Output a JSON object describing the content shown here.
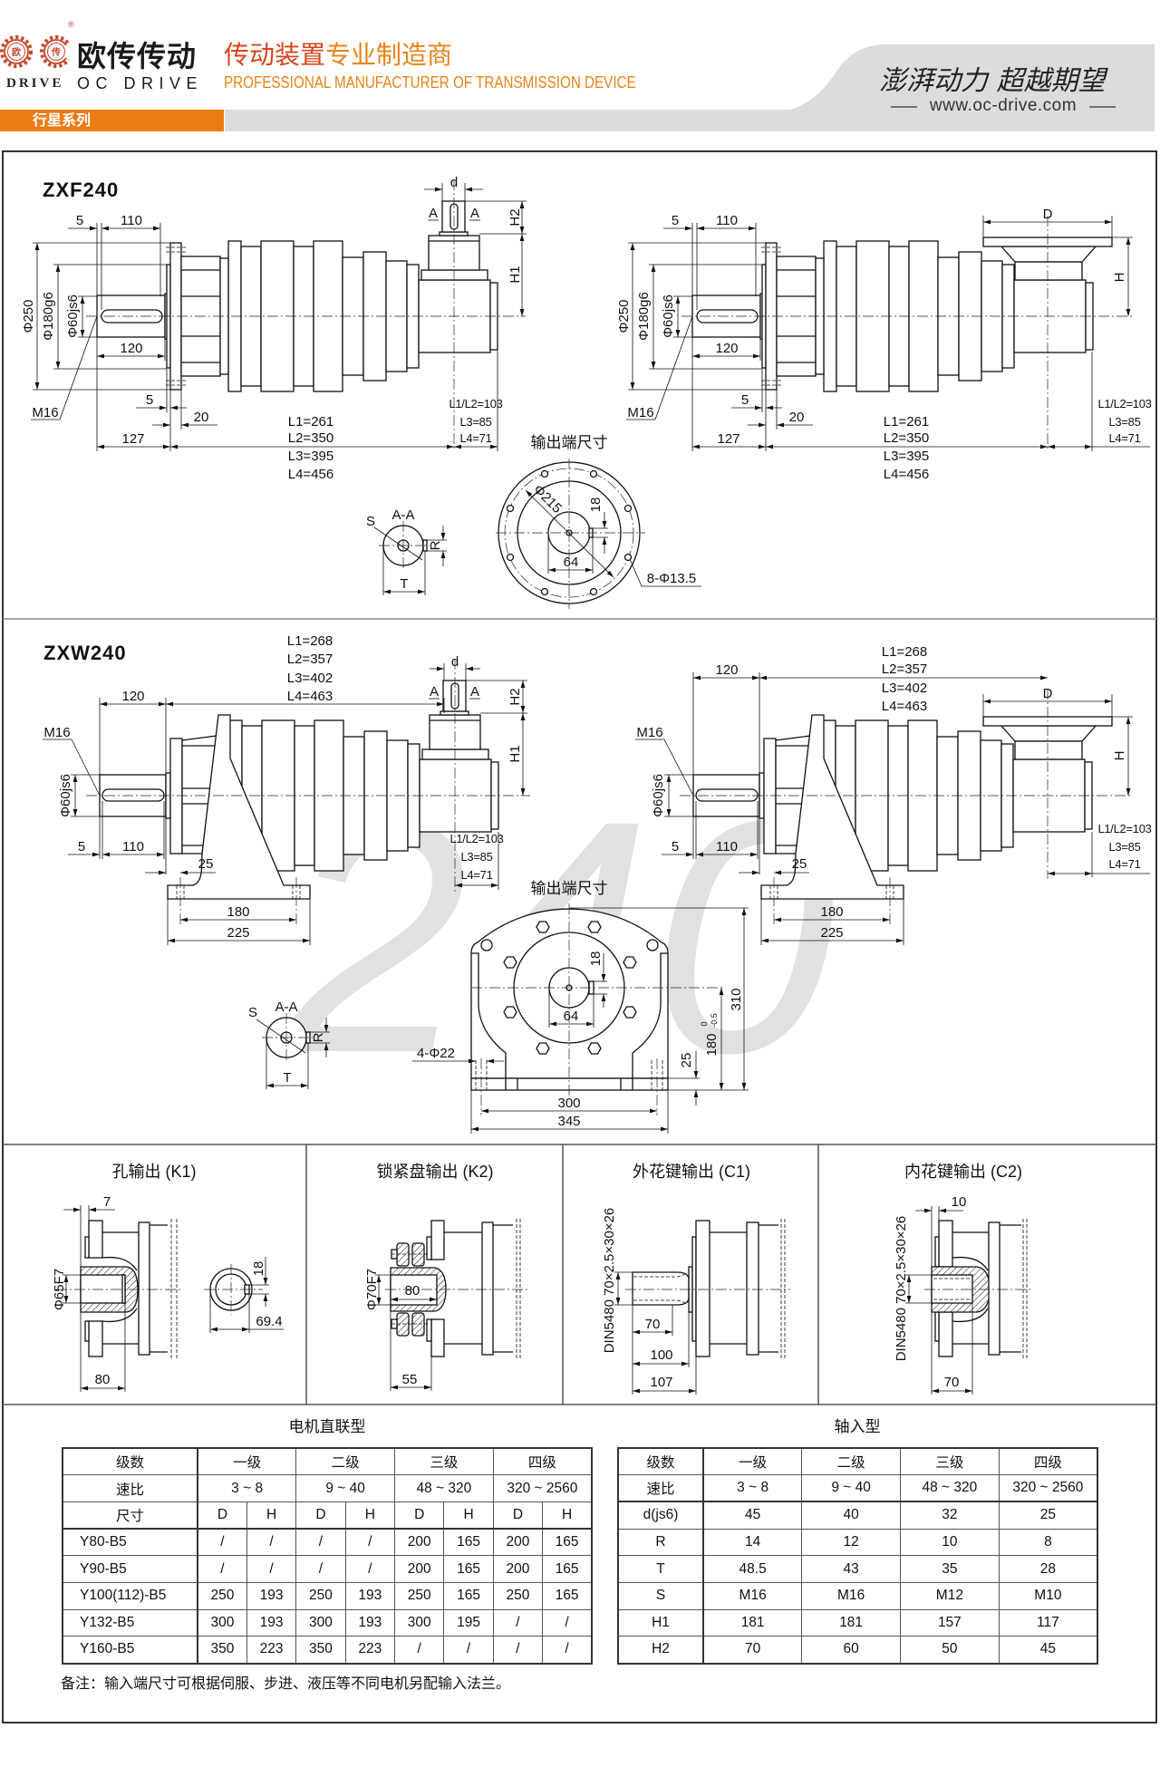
{
  "header": {
    "logo": {
      "gear_left": "欧",
      "gear_right": "传",
      "registered": "®",
      "drive_word": "DRIVE",
      "brand_cn": "欧传传动",
      "brand_en": "OC DRIVE"
    },
    "tagline_cn_a": "传动装置",
    "tagline_cn_b": "专业制造商",
    "tagline_en": "PROFESSIONAL MANUFACTURER OF TRANSMISSION DEVICE",
    "slogan": "澎湃动力 超越期望",
    "website": "www.oc-drive.com",
    "series_tab": "行星系列"
  },
  "colors": {
    "series_tab_bg": "#ee7b11",
    "tagline_red": "#d6451b",
    "tagline_orange": "#e8841a",
    "banner_gray": "#dcdcdc",
    "logo_gear": "#c4472b",
    "watermark": "#e1e1e1"
  },
  "watermark": "240",
  "zxf": {
    "model": "ZXF240",
    "input_view": {
      "key_offset": "5",
      "key_length": "110",
      "flange_dia": "Φ250",
      "spigot_dia": "Φ180g6",
      "shaft_dia": "Φ60js6",
      "shaft_length": "120",
      "thread": "M16",
      "spigot_depth": "5",
      "flange_thickness": "20",
      "shaft_to_flange": "127",
      "lengths": [
        "L1=261",
        "L2=350",
        "L3=395",
        "L4=456"
      ],
      "input_lengths": [
        "L1/L2=103",
        "L3=85",
        "L4=71"
      ],
      "input_shaft_dia": "d",
      "section_mark": "A",
      "h2": "H2",
      "h1": "H1"
    },
    "motor_view": {
      "key_offset": "5",
      "key_length": "110",
      "flange_dia": "Φ250",
      "spigot_dia": "Φ180g6",
      "shaft_dia": "Φ60js6",
      "shaft_length": "120",
      "thread": "M16",
      "spigot_depth": "5",
      "flange_thickness": "20",
      "shaft_to_flange": "127",
      "lengths": [
        "L1=261",
        "L2=350",
        "L3=395",
        "L4=456"
      ],
      "input_lengths": [
        "L1/L2=103",
        "L3=85",
        "L4=71"
      ],
      "motor_flange_dia": "D",
      "motor_flange_height": "H"
    },
    "output_end": {
      "title": "输出端尺寸",
      "pcd": "Φ215",
      "key_width": "18",
      "shaft_key_height": "64",
      "bolt_holes": "8-Φ13.5"
    },
    "section_aa": {
      "title": "A-A",
      "s": "S",
      "r": "R",
      "t": "T"
    }
  },
  "zxw": {
    "model": "ZXW240",
    "input_view": {
      "lengths": [
        "L1=268",
        "L2=357",
        "L3=402",
        "L4=463"
      ],
      "shaft_length": "120",
      "thread": "M16",
      "shaft_dia": "Φ60js6",
      "key_offset": "5",
      "key_length": "110",
      "foot_offset": "25",
      "foot_hole_spacing": "180",
      "foot_length": "225",
      "input_shaft_dia": "d",
      "section_mark": "A",
      "h2": "H2",
      "h1": "H1",
      "input_lengths": [
        "L1/L2=103",
        "L3=85",
        "L4=71"
      ]
    },
    "motor_view": {
      "lengths": [
        "L1=268",
        "L2=357",
        "L3=402",
        "L4=463"
      ],
      "shaft_length": "120",
      "thread": "M16",
      "shaft_dia": "Φ60js6",
      "key_offset": "5",
      "key_length": "110",
      "foot_offset": "25",
      "foot_hole_spacing": "180",
      "foot_length": "225",
      "motor_flange_dia": "D",
      "motor_flange_height": "H",
      "input_lengths": [
        "L1/L2=103",
        "L3=85",
        "L4=71"
      ]
    },
    "output_end": {
      "title": "输出端尺寸",
      "key_width": "18",
      "shaft_key_height": "64",
      "total_height": "310",
      "center_height": "180",
      "center_height_tol_upper": "0",
      "center_height_tol_lower": "-0.5",
      "base_thickness": "25",
      "foot_holes": "4-Φ22",
      "hole_spacing": "300",
      "base_width": "345"
    },
    "section_aa": {
      "title": "A-A",
      "s": "S",
      "r": "R",
      "t": "T"
    }
  },
  "output_types": [
    {
      "title": "孔输出 (K1)",
      "flange_offset": "7",
      "bore": "Φ65F7",
      "bore_depth": "80",
      "key_width": "18",
      "key_depth": "69.4"
    },
    {
      "title": "锁紧盘输出 (K2)",
      "bore": "Φ70F7",
      "bore_depth": "80",
      "disc_offset": "55"
    },
    {
      "title": "外花键输出 (C1)",
      "spline": "DIN5480 70×2.5×30×26",
      "spline_length": "70",
      "shoulder_length": "100",
      "total_length": "107"
    },
    {
      "title": "内花键输出 (C2)",
      "flange_offset": "10",
      "spline": "DIN5480 70×2.5×30×26",
      "spline_depth": "70"
    }
  ],
  "tables": {
    "motor_direct": {
      "title": "电机直联型",
      "stage_label": "级数",
      "stages": [
        "一级",
        "二级",
        "三级",
        "四级"
      ],
      "ratio_label": "速比",
      "ratios": [
        "3 ~ 8",
        "9 ~ 40",
        "48 ~ 320",
        "320 ~ 2560"
      ],
      "size_label": "尺寸",
      "size_cols": [
        "D",
        "H",
        "D",
        "H",
        "D",
        "H",
        "D",
        "H"
      ],
      "rows": [
        {
          "motor": "Y80-B5",
          "values": [
            "/",
            "/",
            "/",
            "/",
            "200",
            "165",
            "200",
            "165"
          ]
        },
        {
          "motor": "Y90-B5",
          "values": [
            "/",
            "/",
            "/",
            "/",
            "200",
            "165",
            "200",
            "165"
          ]
        },
        {
          "motor": "Y100(112)-B5",
          "values": [
            "250",
            "193",
            "250",
            "193",
            "250",
            "165",
            "250",
            "165"
          ]
        },
        {
          "motor": "Y132-B5",
          "values": [
            "300",
            "193",
            "300",
            "193",
            "300",
            "195",
            "/",
            "/"
          ]
        },
        {
          "motor": "Y160-B5",
          "values": [
            "350",
            "223",
            "350",
            "223",
            "/",
            "/",
            "/",
            "/"
          ]
        }
      ]
    },
    "shaft_input": {
      "title": "轴入型",
      "stage_label": "级数",
      "stages": [
        "一级",
        "二级",
        "三级",
        "四级"
      ],
      "ratio_label": "速比",
      "ratios": [
        "3 ~ 8",
        "9 ~ 40",
        "48 ~ 320",
        "320 ~ 2560"
      ],
      "rows": [
        {
          "param": "d(js6)",
          "values": [
            "45",
            "40",
            "32",
            "25"
          ]
        },
        {
          "param": "R",
          "values": [
            "14",
            "12",
            "10",
            "8"
          ]
        },
        {
          "param": "T",
          "values": [
            "48.5",
            "43",
            "35",
            "28"
          ]
        },
        {
          "param": "S",
          "values": [
            "M16",
            "M16",
            "M12",
            "M10"
          ]
        },
        {
          "param": "H1",
          "values": [
            "181",
            "181",
            "157",
            "117"
          ]
        },
        {
          "param": "H2",
          "values": [
            "70",
            "60",
            "50",
            "45"
          ]
        }
      ]
    }
  },
  "note": "备注：输入端尺寸可根据伺服、步进、液压等不同电机另配输入法兰。"
}
